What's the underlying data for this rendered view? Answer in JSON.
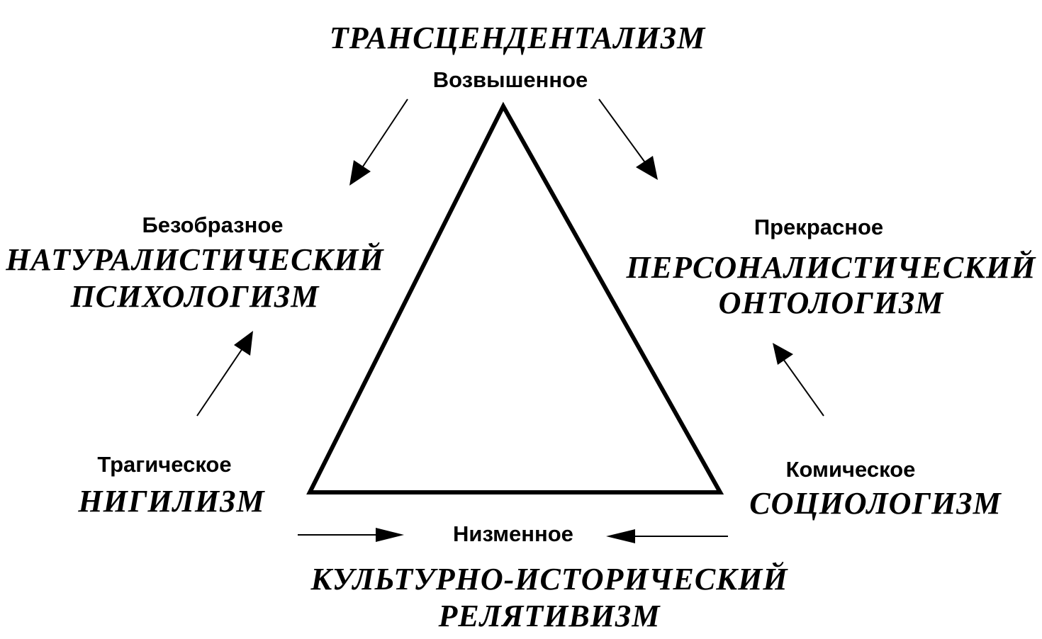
{
  "nodes": {
    "top": {
      "category": "Возвышенное",
      "school": "ТРАНСЦЕНДЕНТАЛИЗМ"
    },
    "upper_left": {
      "category": "Безобразное",
      "school_line1": "НАТУРАЛИСТИЧЕСКИЙ",
      "school_line2": "ПСИХОЛОГИЗМ"
    },
    "upper_right": {
      "category": "Прекрасное",
      "school_line1": "ПЕРСОНАЛИСТИЧЕСКИЙ",
      "school_line2": "ОНТОЛОГИЗМ"
    },
    "lower_left": {
      "category": "Трагическое",
      "school": "НИГИЛИЗМ"
    },
    "lower_right": {
      "category": "Комическое",
      "school": "СОЦИОЛОГИЗМ"
    },
    "bottom": {
      "category": "Низменное",
      "school_line1": "КУЛЬТУРНО-ИСТОРИЧЕСКИЙ",
      "school_line2": "РЕЛЯТИВИЗМ"
    }
  },
  "edges": [
    {
      "from": "top",
      "to": "upper_left"
    },
    {
      "from": "top",
      "to": "upper_right"
    },
    {
      "from": "lower_left",
      "to": "upper_left"
    },
    {
      "from": "lower_right",
      "to": "upper_right"
    },
    {
      "from": "lower_left",
      "to": "bottom"
    },
    {
      "from": "lower_right",
      "to": "bottom"
    }
  ],
  "colors": {
    "ink": "#000000",
    "background": "#ffffff"
  }
}
